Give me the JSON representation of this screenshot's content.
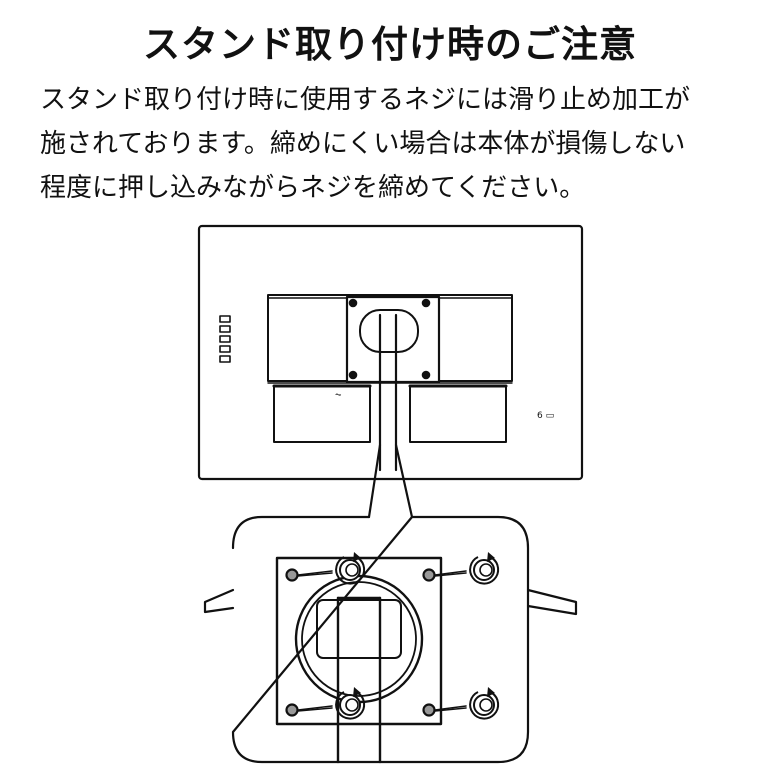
{
  "title": "スタンド取り付け時のご注意",
  "notice": {
    "lines": [
      "スタンド取り付け時に使用するネジには滑り止め加工が",
      "施されております。締めにくい場合は本体が損傷しない",
      "程度に押し込みながらネジを締めてください。"
    ]
  },
  "diagram": {
    "monitor": {
      "port_label_left": "⏦",
      "port_label_right": "6 ▭"
    },
    "screws": [
      "top-left",
      "top-right",
      "bottom-left",
      "bottom-right"
    ],
    "icons": [
      "rotate-arrow-icon"
    ]
  }
}
